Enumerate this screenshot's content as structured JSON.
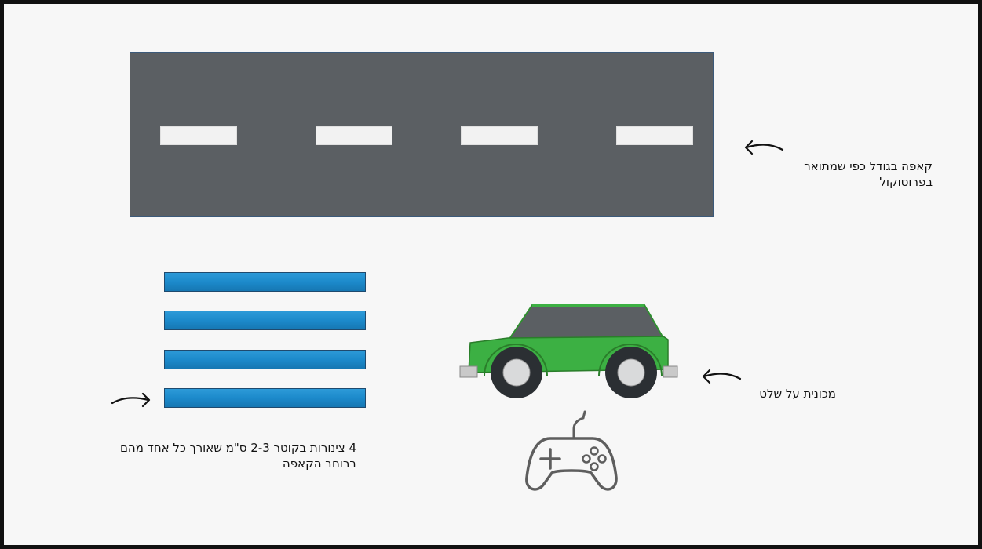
{
  "labels": {
    "track_line1": "קאפה בגודל כפי שמתואר",
    "track_line2": "בפרוטוקול",
    "car": "מכונית על שלט",
    "tubes_line1": "4 צינורות בקוטר 2-3 ס\"מ שאורך כל אחד מהם",
    "tubes_line2": "ברוחב הקאפה"
  },
  "colors": {
    "road": "#5b5f63",
    "lane_marking": "#f2f2f2",
    "tube": "#1c8acb",
    "car_body": "#3cb043",
    "car_roof": "#5b5f63",
    "background": "#f7f7f7",
    "frame": "#111111"
  },
  "icons": [
    "road-track",
    "tube",
    "arrow-icon",
    "car-icon",
    "gamepad-icon"
  ]
}
